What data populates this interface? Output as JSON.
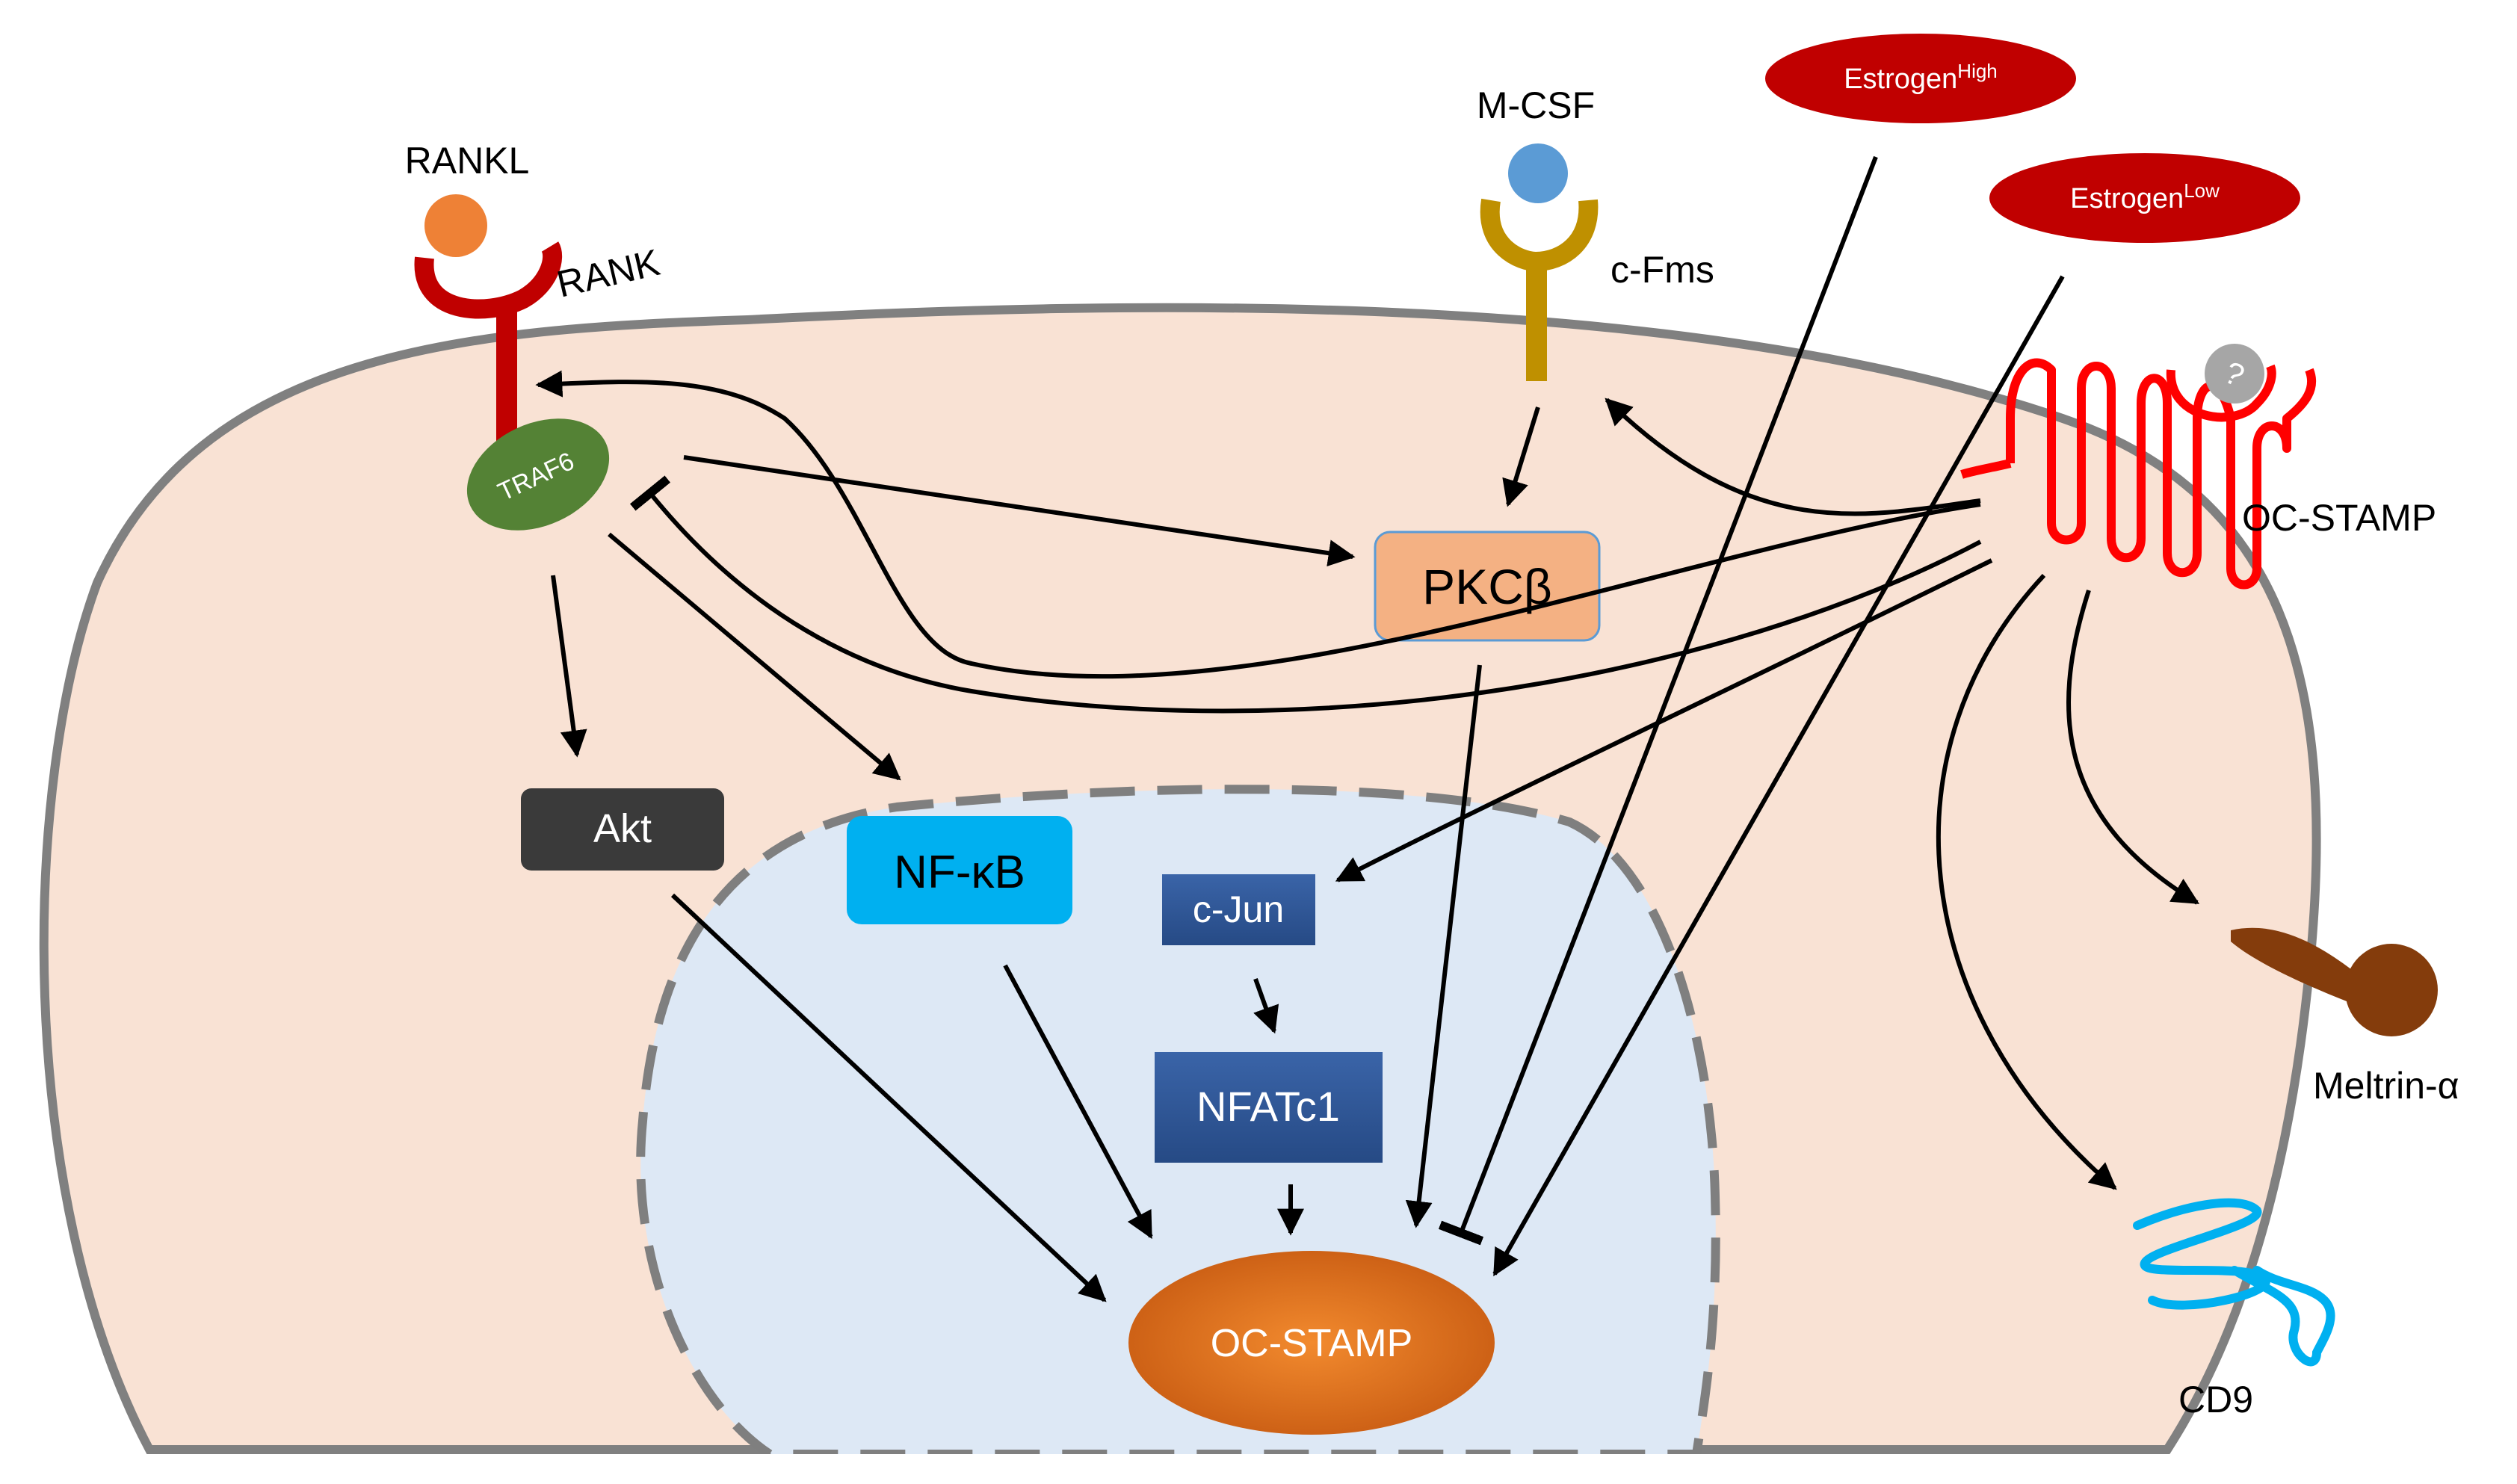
{
  "labels": {
    "rankl": "RANKL",
    "rank": "RANK",
    "mcsf": "M-CSF",
    "cfms": "c-Fms",
    "estrogen_high_base": "Estrogen",
    "estrogen_high_sup": "High",
    "estrogen_low_base": "Estrogen",
    "estrogen_low_sup": "Low",
    "ocstamp_membrane": "OC-STAMP",
    "question": "?",
    "traf6": "TRAF6",
    "pkcb": "PKCβ",
    "akt": "Akt",
    "nfkb": "NF-κB",
    "cjun": "c-Jun",
    "nfatc1": "NFATc1",
    "ocstamp_gene": "OC-STAMP",
    "meltrin": "Meltrin-α",
    "cd9": "CD9"
  },
  "colors": {
    "cytoplasm": "#f9e2d4",
    "nucleus": "#dde8f5",
    "membrane": "#808080",
    "rankl": "#ee8136",
    "rank": "#c00000",
    "mcsf": "#5b9bd5",
    "cfms": "#bf9000",
    "estrogen": "#c00000",
    "ocstamp_receptor": "#ff0000",
    "question_ball": "#a6a6a6",
    "traf6": "#548235",
    "pkcb": "#f4b183",
    "akt": "#3a3a3a",
    "nfkb": "#00b0f0",
    "nfatc": "#2f5597",
    "ocstamp_gene": "#e46c0a",
    "meltrin": "#843c0c",
    "cd9": "#00b0f0"
  }
}
